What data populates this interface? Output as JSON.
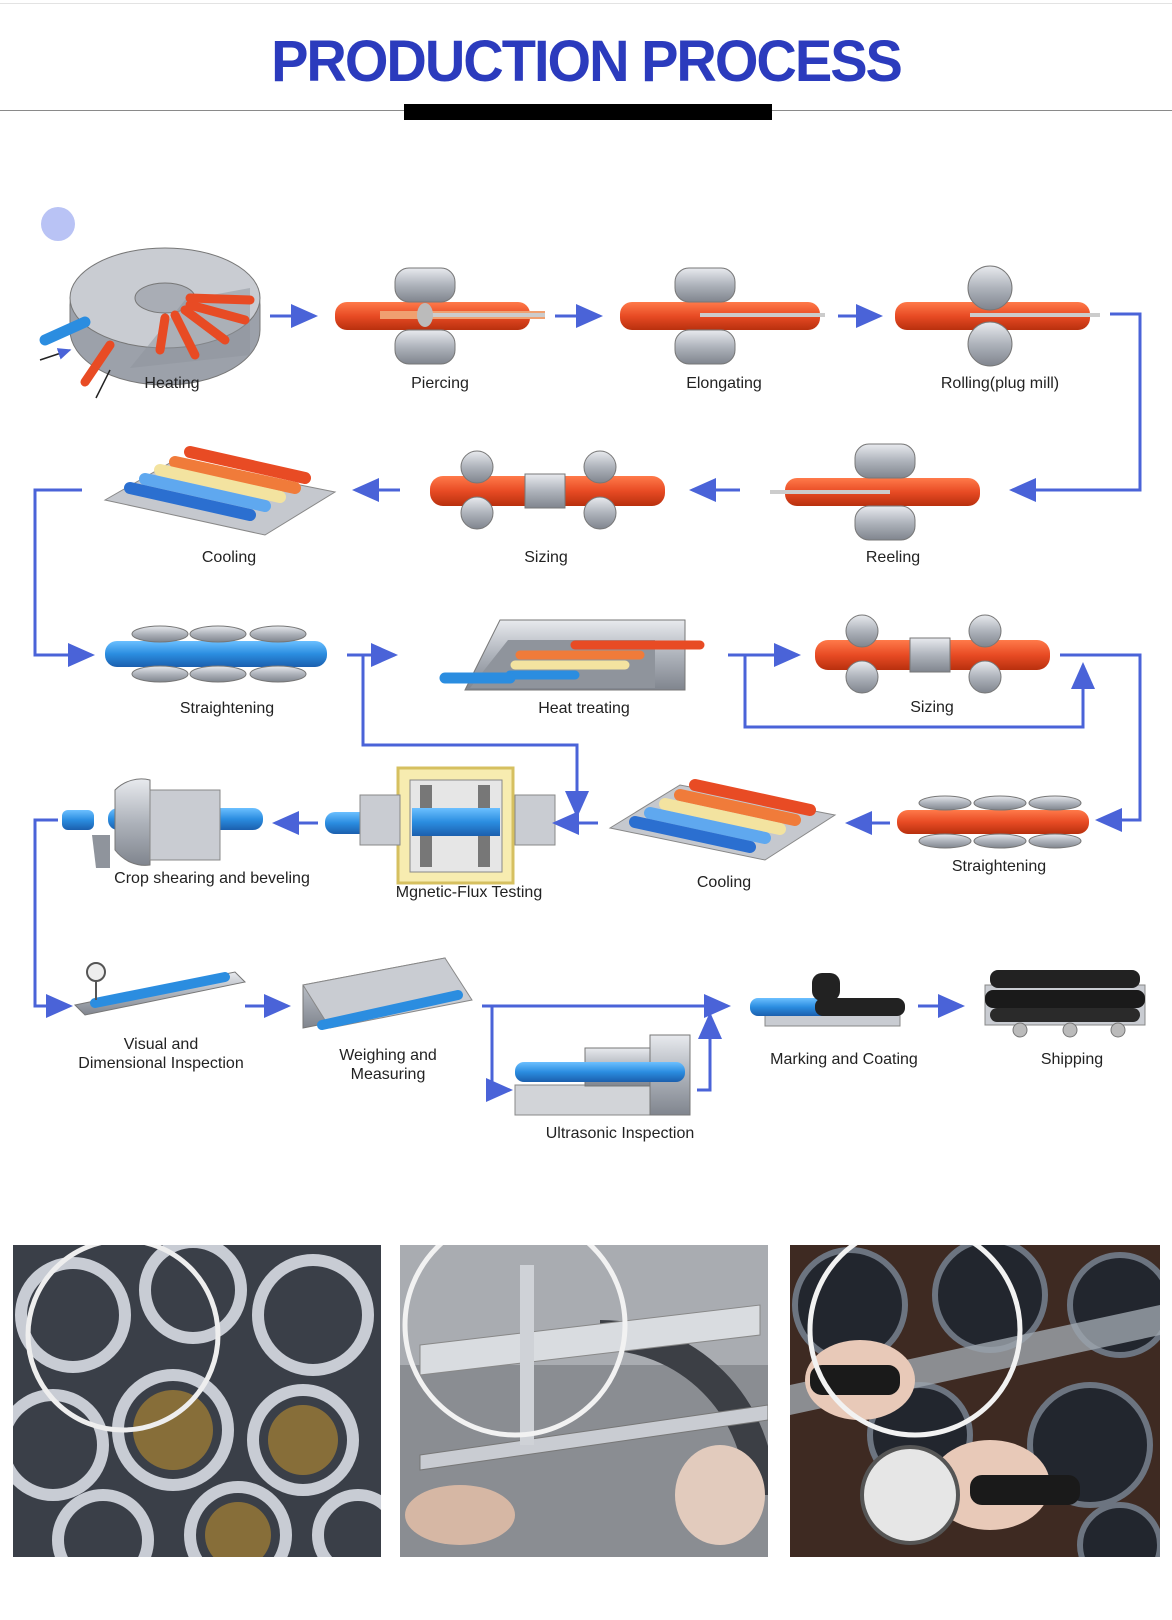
{
  "header": {
    "title": "PRODUCTION PROCESS"
  },
  "steps": {
    "heating": "Heating",
    "piercing": "Piercing",
    "elongating": "Elongating",
    "rolling": "Rolling(plug mill)",
    "cooling1": "Cooling",
    "sizing1": "Sizing",
    "reeling": "Reeling",
    "straightening1": "Straightening",
    "heat_treating": "Heat treating",
    "sizing2": "Sizing",
    "crop": "Crop shearing and beveling",
    "flux": "Mgnetic-Flux Testing",
    "cooling2": "Cooling",
    "straightening2": "Straightening",
    "visual_l1": "Visual and",
    "visual_l2": "Dimensional Inspection",
    "weighing_l1": "Weighing and",
    "weighing_l2": "Measuring",
    "ultrasonic": "Ultrasonic Inspection",
    "marking": "Marking and Coating",
    "shipping": "Shipping"
  },
  "colors": {
    "title": "#2b3bbd",
    "arrow": "#4a63d8",
    "hot_pipe": "#e84b24",
    "cold_pipe": "#2b8de0",
    "machine": "#b8bcc4"
  },
  "icons": [
    "heating-furnace-icon",
    "roller-icon",
    "pipe-icon",
    "conveyor-icon"
  ]
}
